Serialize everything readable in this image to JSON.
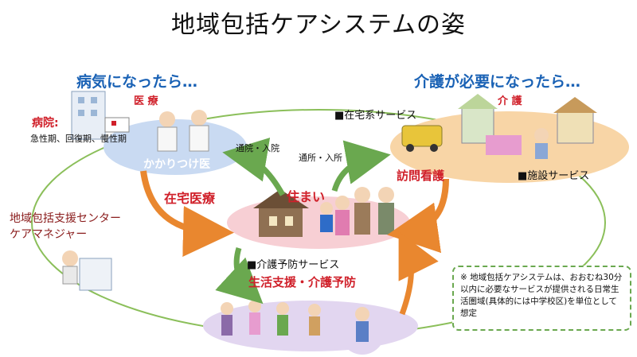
{
  "title": "地域包括ケアシステムの姿",
  "medical": {
    "heading": "病気になったら…",
    "label": "医 療",
    "hospital": "病院:",
    "hospital_types": "急性期、回復期、慢性期",
    "clinic": "かかりつけ医"
  },
  "care": {
    "heading": "介護が必要になったら…",
    "label": "介 護",
    "home_service": "■在宅系サービス",
    "facility_service": "■施設サービス",
    "visiting_nursing": "訪問看護"
  },
  "home": {
    "label": "住まい",
    "home_care": "在宅医療",
    "outpatient": "通院・入院",
    "facility_visit": "通所・入所"
  },
  "support": {
    "center": "地域包括支援センター",
    "care_manager": "ケアマネジャー",
    "prevention_service": "■介護予防サービス",
    "life_support": "生活支援・介護予防"
  },
  "note": "※ 地域包括ケアシステムは、おおむね30分以内に必要なサービスが提供される日常生活圏域(具体的には中学校区)を単位として想定",
  "colors": {
    "medical_ellipse": "#c9daf2",
    "care_ellipse": "#f8d5a6",
    "home_ellipse": "#f7cfd4",
    "support_ellipse": "#e2d6f0",
    "arrow_orange": "#e9872f",
    "arrow_green": "#6aa84f",
    "ring": "#8bbf5a"
  }
}
